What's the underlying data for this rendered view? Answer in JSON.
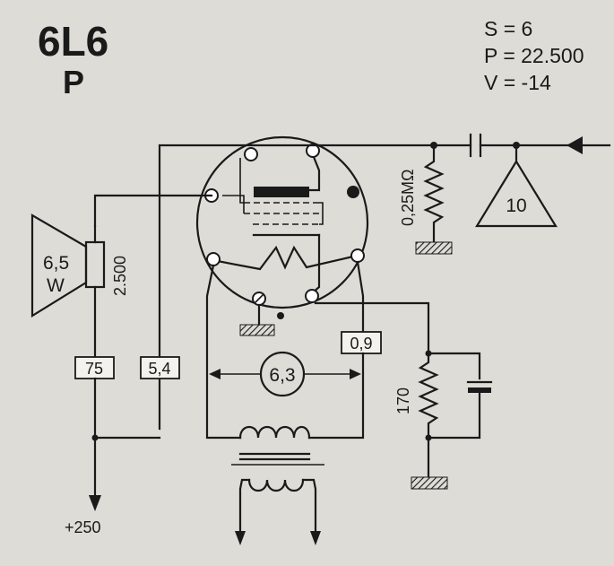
{
  "title": "6L6",
  "subtitle": "P",
  "params": {
    "s": "S = 6",
    "p": "P = 22.500",
    "v": "V = -14"
  },
  "speaker": {
    "power_top": "6,5",
    "power_unit": "W",
    "impedance": "2.500"
  },
  "resistors": {
    "grid_leak": "0,25MΩ",
    "cathode": "170"
  },
  "boxes": {
    "plate_current": "75",
    "screen_current": "5,4",
    "heater_current": "0,9"
  },
  "heater_voltage": "6,3",
  "input_stage": "10",
  "supply": "+250"
}
